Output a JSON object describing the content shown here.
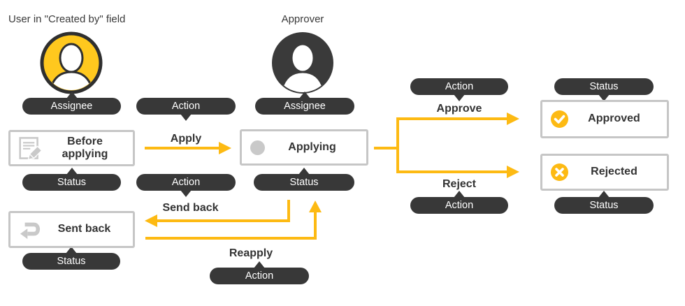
{
  "diagram": {
    "labels": {
      "creator": "User in \"Created by\" field",
      "approver": "Approver"
    },
    "pills": {
      "assignee": "Assignee",
      "action": "Action",
      "status": "Status"
    },
    "states": {
      "before_applying": "Before applying",
      "applying": "Applying",
      "approved": "Approved",
      "rejected": "Rejected",
      "sent_back": "Sent back"
    },
    "actions": {
      "apply": "Apply",
      "approve": "Approve",
      "reject": "Reject",
      "send_back": "Send back",
      "reapply": "Reapply"
    },
    "icons": {
      "creator_avatar": "person-avatar-yellow",
      "approver_avatar": "person-avatar-dark",
      "before_applying": "document-edit-icon",
      "applying": "gray-dot-icon",
      "approved": "check-circle-icon",
      "rejected": "x-circle-icon",
      "sent_back": "return-arrow-icon"
    },
    "colors": {
      "arrow_yellow": "#FDBA13",
      "avatar_yellow": "#FFC81E",
      "pill_dark": "#383838",
      "box_border": "#C6C6C6",
      "icon_gray": "#C9C9C9",
      "text_dark": "#3A3A3A"
    }
  }
}
